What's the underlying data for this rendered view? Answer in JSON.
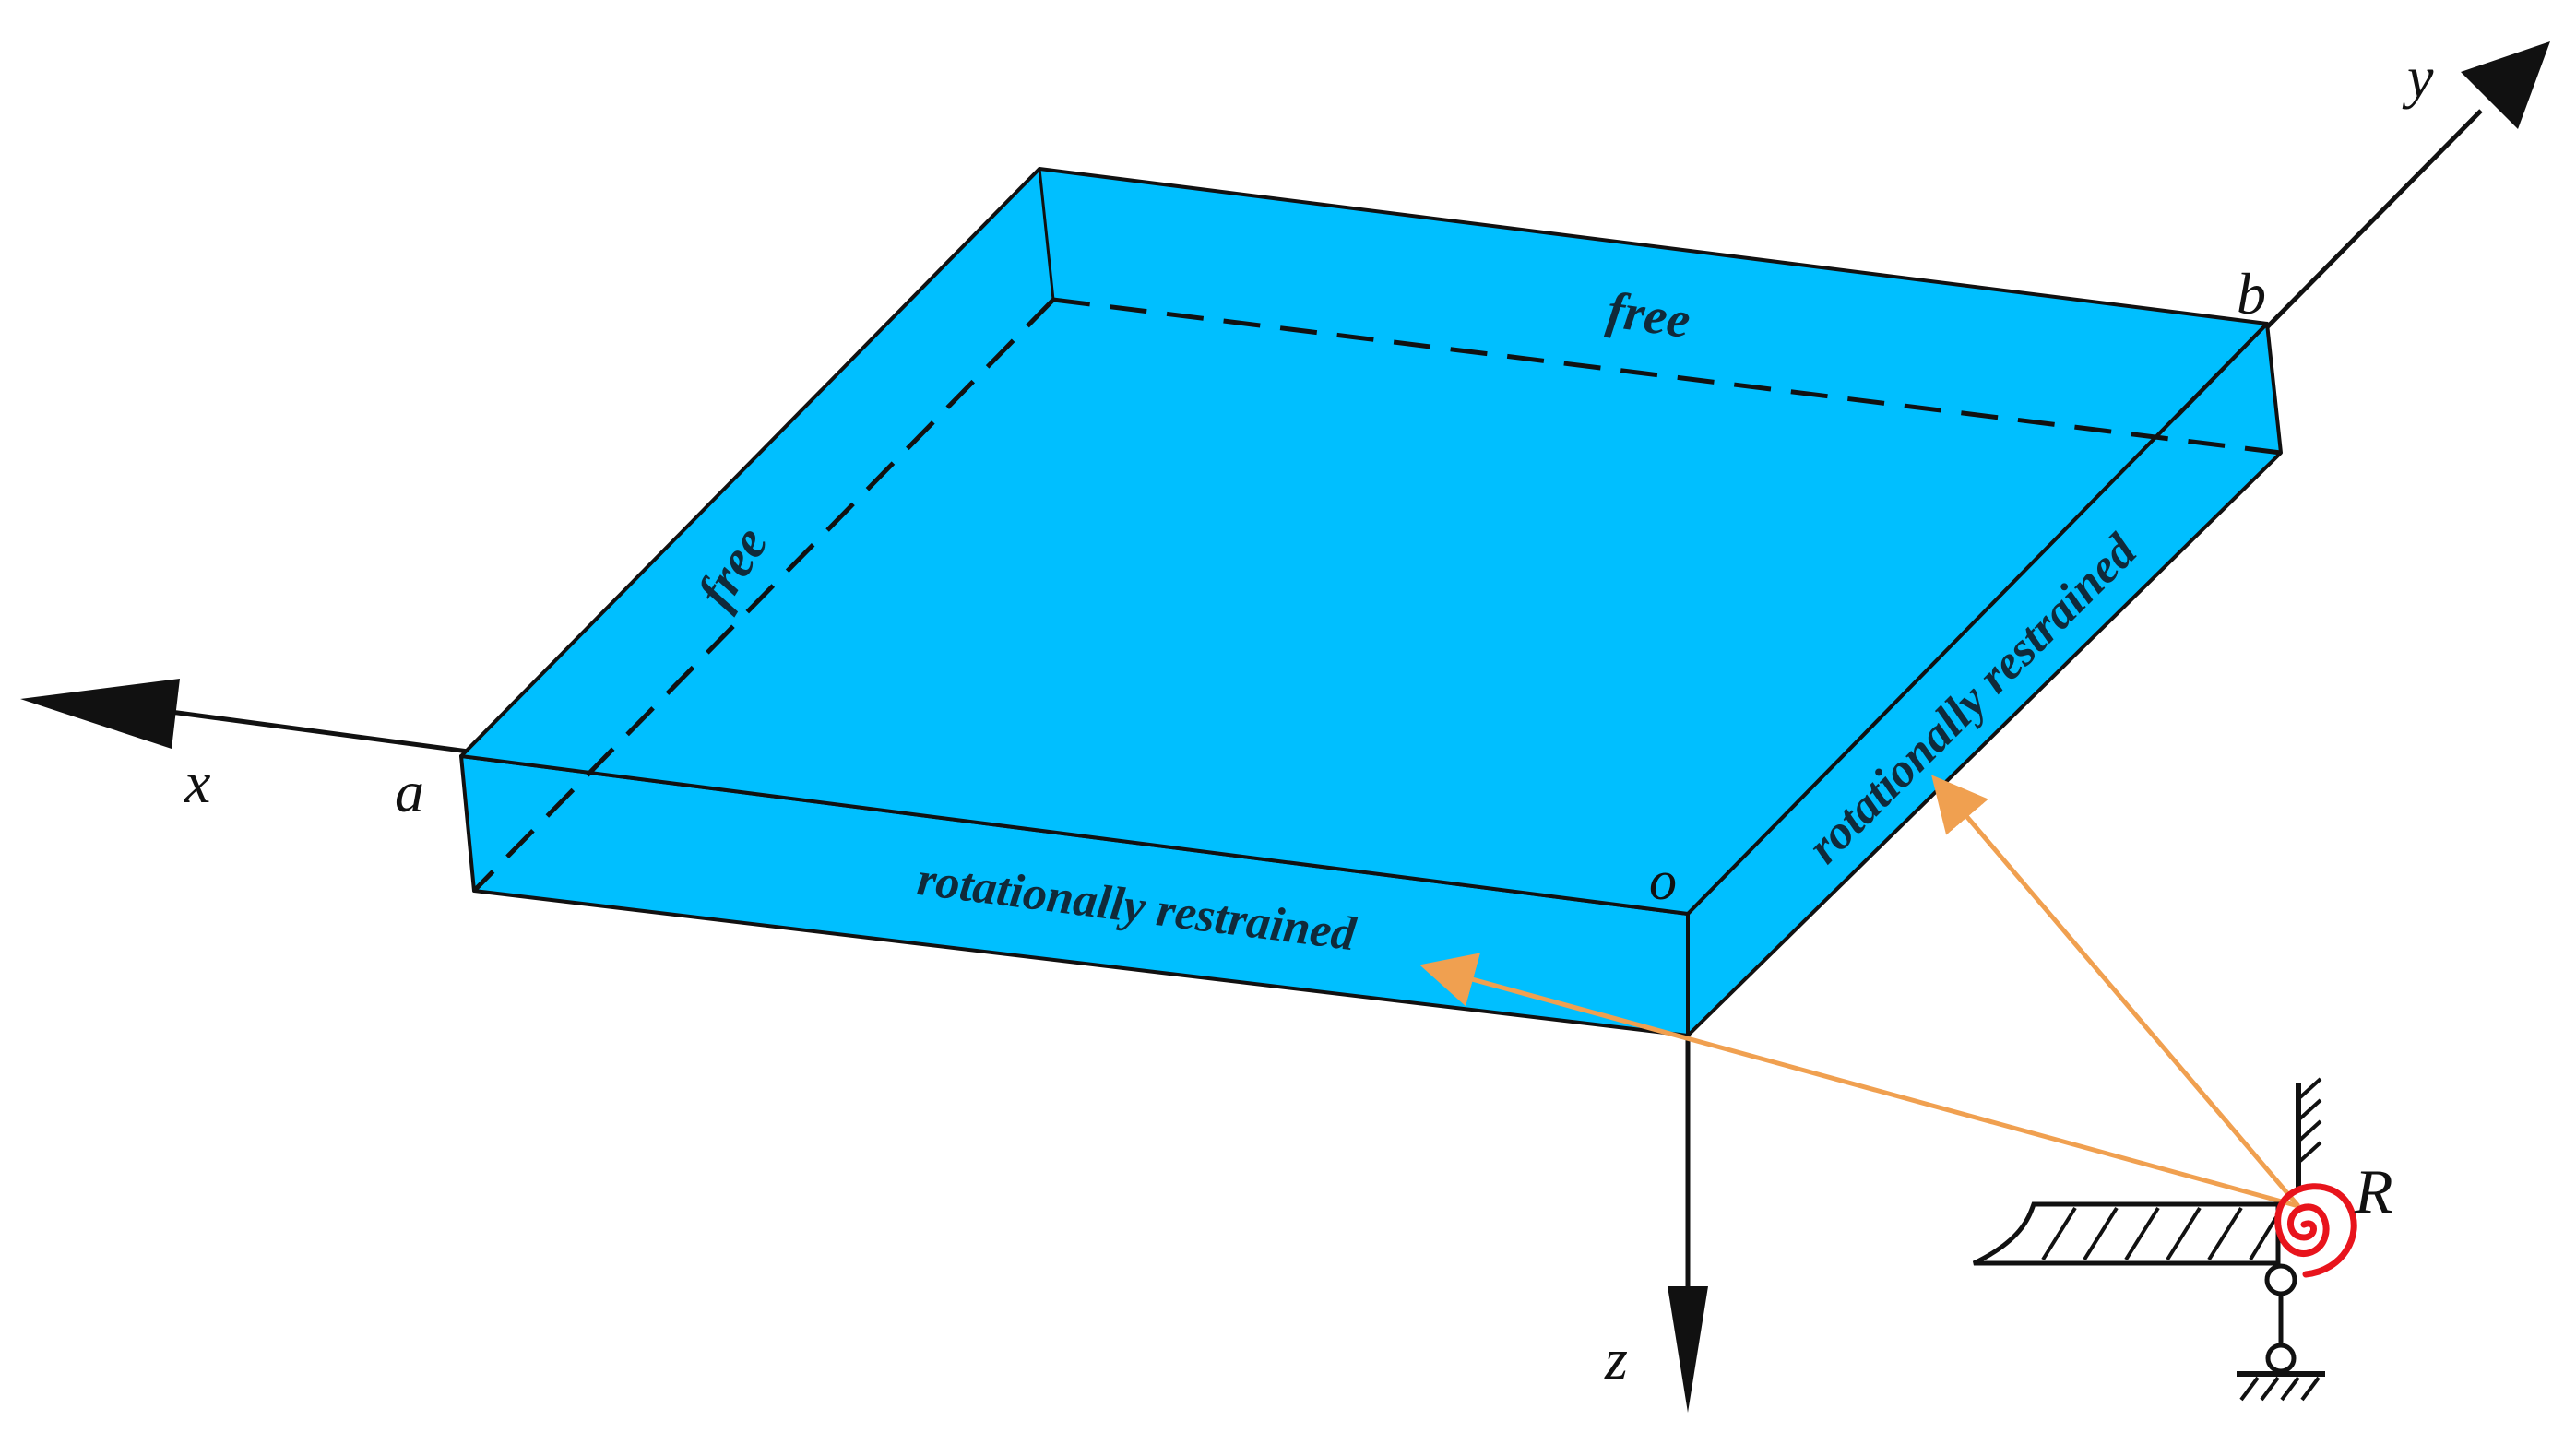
{
  "axes": {
    "x": "x",
    "y": "y",
    "z": "z"
  },
  "corners": {
    "a": "a",
    "b": "b",
    "o": "o"
  },
  "edges": {
    "top_back": "free",
    "top_left": "free",
    "front": "rotationally restrained",
    "right": "rotationally restrained"
  },
  "spring_label": "R",
  "colors": {
    "plate_top": "#00BFFF",
    "plate_side": "#00BFFF",
    "outline": "#111111",
    "pointer": "#F0A050",
    "spring": "#E8141C"
  }
}
